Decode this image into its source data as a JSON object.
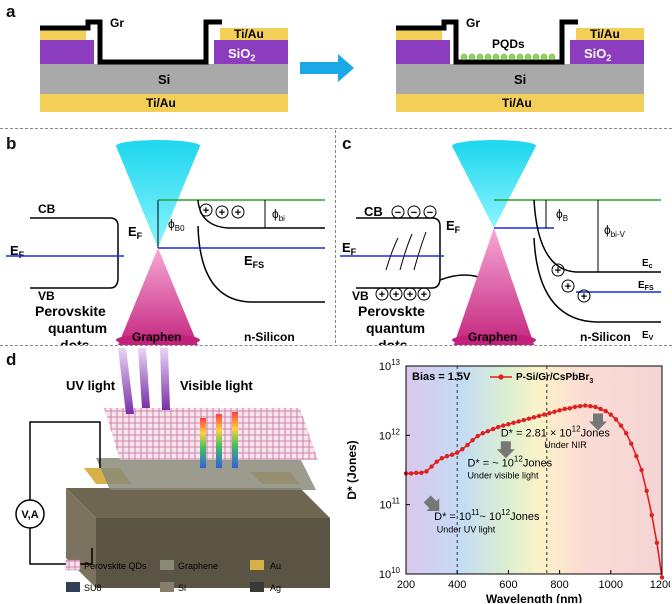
{
  "panel_a": {
    "label": "a",
    "before": {
      "gr": "Gr",
      "ti_au_top": "Ti/Au",
      "sio2": "SiO",
      "sio2_sub": "2",
      "si": "Si",
      "ti_au_bottom": "Ti/Au"
    },
    "after": {
      "gr": "Gr",
      "pqds": "PQDs",
      "ti_au_top": "Ti/Au",
      "sio2": "SiO",
      "sio2_sub": "2",
      "si": "Si",
      "ti_au_bottom": "Ti/Au"
    },
    "arrow_color": "#1aa9e6"
  },
  "panel_b": {
    "label": "b",
    "cb": "CB",
    "vb": "VB",
    "ef": "E",
    "ef_sub": "F",
    "ef2": "E",
    "ef2_sub": "F",
    "phi_b0": "ϕ",
    "phi_b0_sub": "B0",
    "phi_bi": "ϕ",
    "phi_bi_sub": "bi",
    "efs": "E",
    "efs_sub": "FS",
    "perovskite": [
      "Perovskite",
      "quantum",
      "dots"
    ],
    "graphen": "Graphen",
    "n_silicon": "n-Silicon"
  },
  "panel_c": {
    "label": "c",
    "cb": "CB",
    "vb": "VB",
    "ef": "E",
    "ef_sub": "F",
    "ef2": "E",
    "ef2_sub": "F",
    "phi_b": "ϕ",
    "phi_b_sub": "B",
    "phi_biv": "ϕ",
    "phi_biv_sub": "bi-V",
    "ec": "E",
    "ec_sub": "c",
    "efs": "E",
    "efs_sub": "FS",
    "ev": "E",
    "ev_sub": "V",
    "perovskite": [
      "Perovskte",
      "quantum",
      "dots"
    ],
    "graphen": "Graphen",
    "n_silicon": "n-Silicon"
  },
  "panel_d": {
    "label": "d",
    "uv_light": "UV light",
    "visible_light": "Visible light",
    "meter": "V,A",
    "legend": {
      "pqd": "Perovskite QDs",
      "graphene": "Graphene",
      "au": "Au",
      "su8": "SU8",
      "si": "Si",
      "ag": "Ag"
    }
  },
  "chart_data": {
    "type": "line",
    "title": "",
    "xlabel": "Wavelength (nm)",
    "ylabel": "D* (Jones)",
    "xlim": [
      200,
      1200
    ],
    "ylim_log10": [
      10,
      13
    ],
    "xticks": [
      "200",
      "400",
      "600",
      "800",
      "1000",
      "1200"
    ],
    "yticks": [
      "10",
      "11",
      "12",
      "13"
    ],
    "ytick_base": "10",
    "scale_y": "log",
    "legend": "P-Si/Gr/CsPbBr",
    "legend_sub": "3",
    "series": [
      {
        "name": "P-Si/Gr/CsPbBr3",
        "color": "#e02020",
        "x": [
          200,
          220,
          240,
          260,
          280,
          300,
          320,
          340,
          360,
          380,
          400,
          420,
          440,
          460,
          480,
          500,
          520,
          540,
          560,
          580,
          600,
          620,
          640,
          660,
          680,
          700,
          720,
          740,
          760,
          780,
          800,
          820,
          840,
          860,
          880,
          900,
          920,
          940,
          960,
          980,
          1000,
          1020,
          1040,
          1060,
          1080,
          1100,
          1120,
          1140,
          1160,
          1180,
          1200
        ],
        "y_log10": [
          11.45,
          11.45,
          11.46,
          11.46,
          11.48,
          11.55,
          11.62,
          11.67,
          11.7,
          11.72,
          11.75,
          11.8,
          11.86,
          11.93,
          11.99,
          12.03,
          12.06,
          12.09,
          12.12,
          12.14,
          12.16,
          12.18,
          12.2,
          12.22,
          12.24,
          12.26,
          12.28,
          12.3,
          12.32,
          12.34,
          12.36,
          12.38,
          12.39,
          12.41,
          12.42,
          12.43,
          12.42,
          12.41,
          12.38,
          12.35,
          12.3,
          12.23,
          12.14,
          12.03,
          11.88,
          11.7,
          11.5,
          11.2,
          10.85,
          10.45,
          9.95
        ]
      }
    ],
    "bias": "Bias = 1.5V",
    "vlines": [
      400,
      750
    ],
    "annotations": {
      "nir_value": "D* = 2.81 × 10",
      "nir_exp": "12",
      "nir_unit": "Jones",
      "nir_cond": "Under NIR",
      "vis_value": "D* = ~ 10",
      "vis_exp": "12",
      "vis_unit": "Jones",
      "vis_cond": "Under visible light",
      "uv_value": "D* = 10",
      "uv_exp1": "11",
      "uv_mid": "~ 10",
      "uv_exp2": "12",
      "uv_unit": "Jones",
      "uv_cond": "Under UV light"
    }
  }
}
